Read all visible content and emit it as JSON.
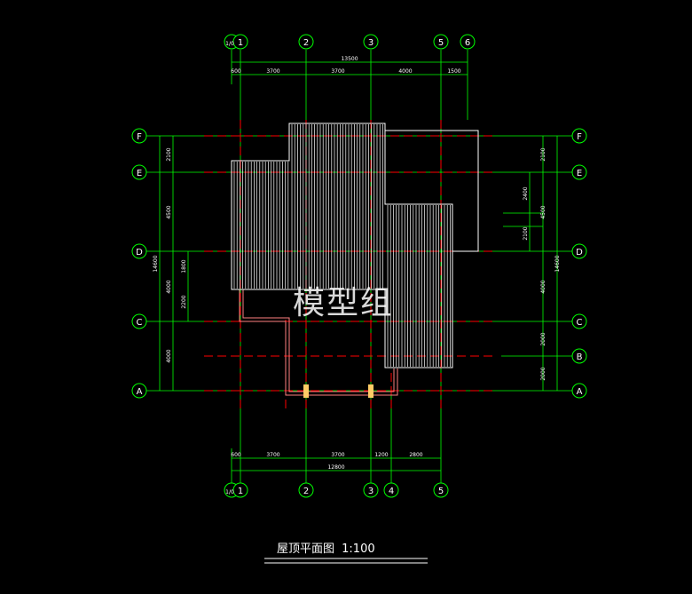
{
  "drawing": {
    "title": "屋顶平面图",
    "scale": "1:100",
    "watermark": "模型组",
    "top_axes": [
      "1/0",
      "1",
      "2",
      "3",
      "5",
      "6"
    ],
    "bottom_axes": [
      "1/0",
      "1",
      "2",
      "3",
      "4",
      "5"
    ],
    "row_axes_left": [
      "F",
      "E",
      "D",
      "C",
      "A"
    ],
    "row_axes_right": [
      "F",
      "E",
      "D",
      "C",
      "B",
      "A"
    ],
    "top_total_dim": "13500",
    "top_dims": [
      "600",
      "3700",
      "3700",
      "4000",
      "1500"
    ],
    "bottom_dims": [
      "600",
      "3700",
      "3700",
      "1200",
      "2800"
    ],
    "bottom_total_dim": "12800",
    "left_dims": [
      "2100",
      "4500",
      "4000",
      "4000"
    ],
    "left_total_dim": "14600",
    "left_inner_dims": [
      "1800",
      "2200"
    ],
    "right_dims": [
      "2100",
      "4500",
      "4000",
      "2000",
      "2000"
    ],
    "right_total_dim": "14600",
    "right_inner_dims": [
      "2400",
      "2100"
    ],
    "colors": {
      "axis": "#00ff00",
      "centerline": "#ff0000",
      "outline": "#ffffff",
      "roof_hatch": "#ffffff",
      "wall": "#ff6060",
      "column": "#ffcc66"
    }
  }
}
